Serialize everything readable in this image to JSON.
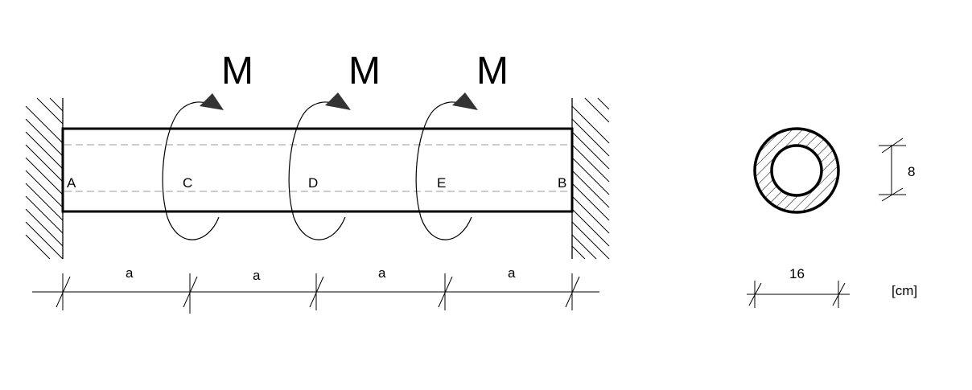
{
  "beam": {
    "moment_labels": [
      "M",
      "M",
      "M"
    ],
    "point_labels": {
      "A": "A",
      "C": "C",
      "D": "D",
      "E": "E",
      "B": "B"
    },
    "segment_labels": [
      "a",
      "a",
      "a",
      "a"
    ]
  },
  "section": {
    "outer_diameter_label": "16",
    "inner_diameter_label": "8",
    "unit_label": "[cm]"
  }
}
